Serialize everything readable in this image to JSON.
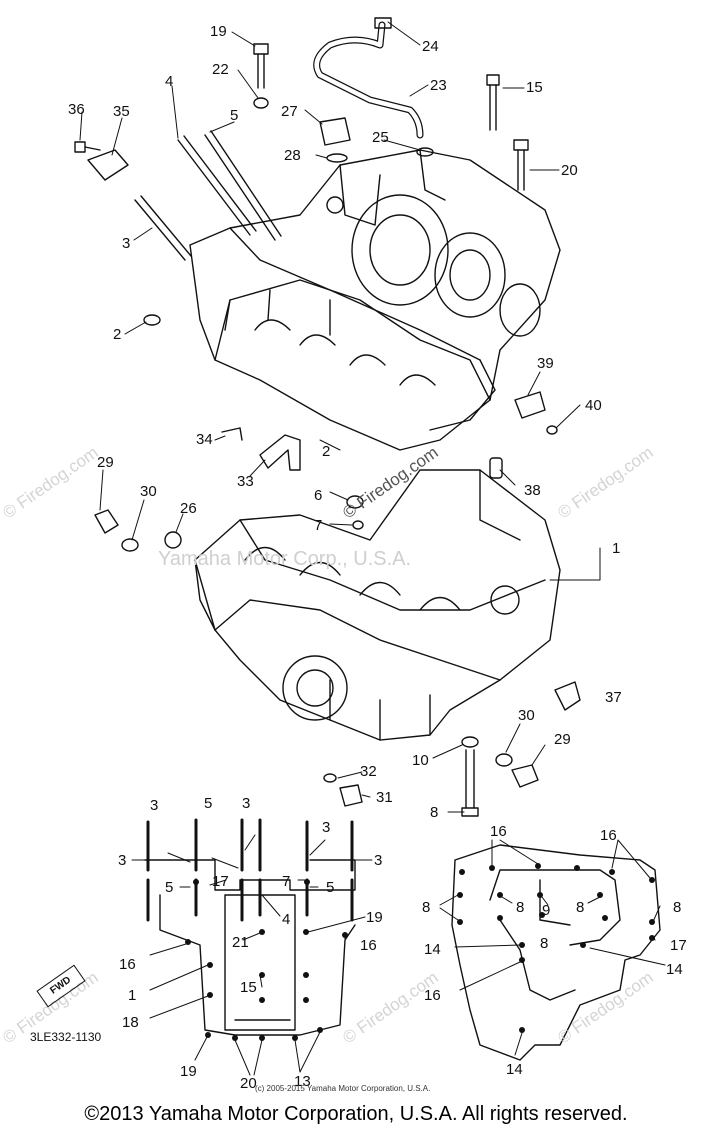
{
  "callouts": [
    {
      "id": "c19a",
      "text": "19"
    },
    {
      "id": "c24",
      "text": "24"
    },
    {
      "id": "c22",
      "text": "22"
    },
    {
      "id": "c23",
      "text": "23"
    },
    {
      "id": "c15a",
      "text": "15"
    },
    {
      "id": "c4a",
      "text": "4"
    },
    {
      "id": "c36",
      "text": "36"
    },
    {
      "id": "c35",
      "text": "35"
    },
    {
      "id": "c5a",
      "text": "5"
    },
    {
      "id": "c27",
      "text": "27"
    },
    {
      "id": "c25",
      "text": "25"
    },
    {
      "id": "c28",
      "text": "28"
    },
    {
      "id": "c20a",
      "text": "20"
    },
    {
      "id": "c3a",
      "text": "3"
    },
    {
      "id": "c2a",
      "text": "2"
    },
    {
      "id": "c39",
      "text": "39"
    },
    {
      "id": "c40",
      "text": "40"
    },
    {
      "id": "c34",
      "text": "34"
    },
    {
      "id": "c2b",
      "text": "2"
    },
    {
      "id": "c29a",
      "text": "29"
    },
    {
      "id": "c33",
      "text": "33"
    },
    {
      "id": "c38",
      "text": "38"
    },
    {
      "id": "c30a",
      "text": "30"
    },
    {
      "id": "c6",
      "text": "6"
    },
    {
      "id": "c26",
      "text": "26"
    },
    {
      "id": "c7a",
      "text": "7"
    },
    {
      "id": "c1a",
      "text": "1"
    },
    {
      "id": "c37",
      "text": "37"
    },
    {
      "id": "c30b",
      "text": "30"
    },
    {
      "id": "c10",
      "text": "10"
    },
    {
      "id": "c29b",
      "text": "29"
    },
    {
      "id": "c32",
      "text": "32"
    },
    {
      "id": "c31",
      "text": "31"
    },
    {
      "id": "c8a",
      "text": "8"
    }
  ],
  "layout_left": [
    {
      "id": "l3a",
      "text": "3"
    },
    {
      "id": "l5a",
      "text": "5"
    },
    {
      "id": "l3b",
      "text": "3"
    },
    {
      "id": "l3c",
      "text": "3"
    },
    {
      "id": "l3d",
      "text": "3"
    },
    {
      "id": "l3e",
      "text": "3"
    },
    {
      "id": "l5b",
      "text": "5"
    },
    {
      "id": "l17a",
      "text": "17"
    },
    {
      "id": "l7",
      "text": "7"
    },
    {
      "id": "l5c",
      "text": "5"
    },
    {
      "id": "l4",
      "text": "4"
    },
    {
      "id": "l19a",
      "text": "19"
    },
    {
      "id": "l21",
      "text": "21"
    },
    {
      "id": "l16a",
      "text": "16"
    },
    {
      "id": "l16b",
      "text": "16"
    },
    {
      "id": "l1",
      "text": "1"
    },
    {
      "id": "l15",
      "text": "15"
    },
    {
      "id": "l18",
      "text": "18"
    },
    {
      "id": "l19b",
      "text": "19"
    },
    {
      "id": "l20",
      "text": "20"
    },
    {
      "id": "l13",
      "text": "13"
    }
  ],
  "layout_right": [
    {
      "id": "r16a",
      "text": "16"
    },
    {
      "id": "r16b",
      "text": "16"
    },
    {
      "id": "r8a",
      "text": "8"
    },
    {
      "id": "r8b",
      "text": "8"
    },
    {
      "id": "r9",
      "text": "9"
    },
    {
      "id": "r8c",
      "text": "8"
    },
    {
      "id": "r8d",
      "text": "8"
    },
    {
      "id": "r17",
      "text": "17"
    },
    {
      "id": "r14a",
      "text": "14"
    },
    {
      "id": "r8e",
      "text": "8"
    },
    {
      "id": "r14b",
      "text": "14"
    },
    {
      "id": "r16c",
      "text": "16"
    },
    {
      "id": "r14c",
      "text": "14"
    }
  ],
  "fwd_label": "FWD",
  "part_number": "3LE332-1130",
  "small_copyright": "(c) 2005-2015 Yamaha Motor Corporation, U.S.A.",
  "center_watermark": "Yamaha Motor Corp., U.S.A.",
  "firedog_watermark": "© Firedog.com",
  "footer": "©2013 Yamaha Motor Corporation, U.S.A. All rights reserved.",
  "colors": {
    "ink": "#111111",
    "watermark": "#cfcfcf",
    "background": "#ffffff"
  }
}
